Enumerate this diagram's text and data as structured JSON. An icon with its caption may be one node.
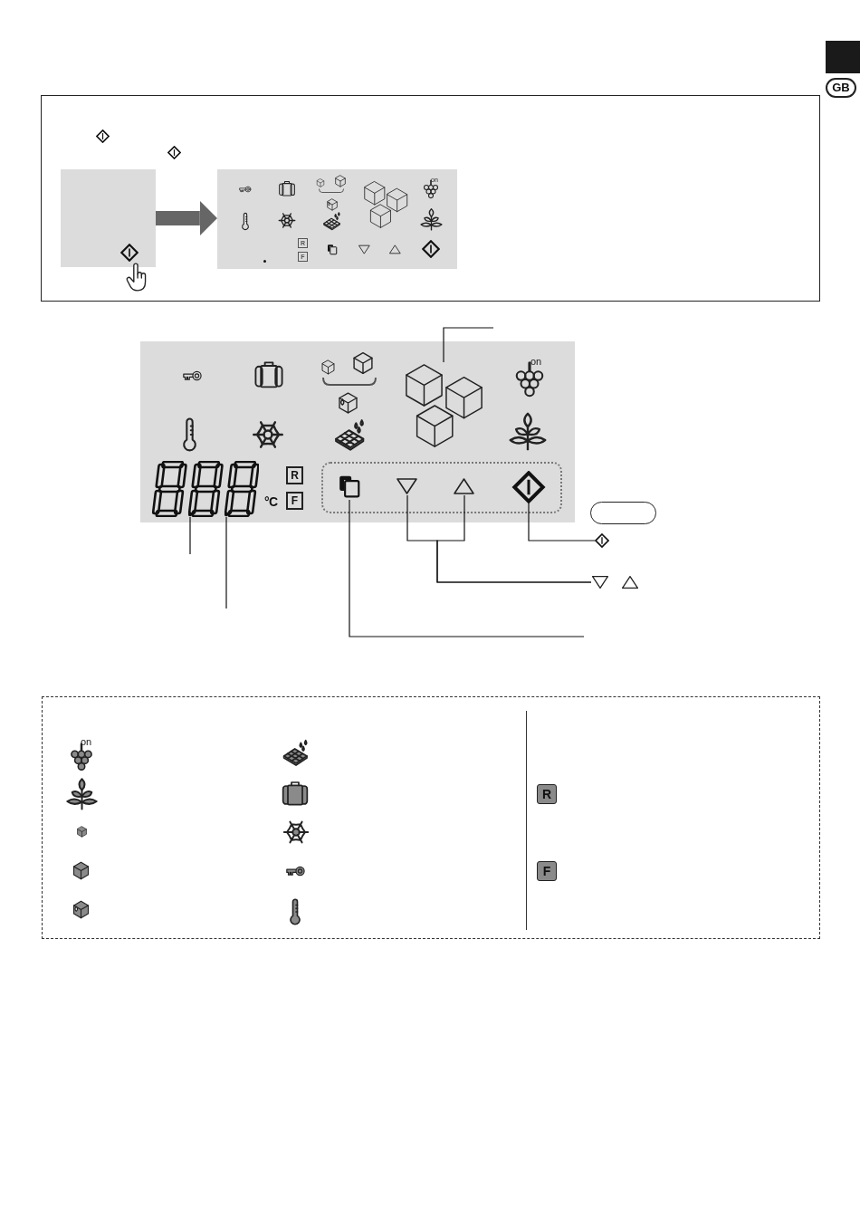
{
  "diagram": {
    "nodes": [
      {
        "text": [],
        "shape": "box"
      },
      {
        "text": [],
        "shape": "box"
      },
      {
        "text": [],
        "shape": "box"
      },
      {
        "text": [],
        "shape": "picture",
        "in": 2
      },
      {
        "text": [],
        "shape": "picture",
        "in": 2,
        "beside": [
          "°C"
        ]
      },
      {
        "text": [],
        "shape": "box",
        "in": 2
      },
      {
        "text": [],
        "shape": "box",
        "in": 5
      },
      {
        "text": [],
        "shape": "picture",
        "in": 5
      },
      {
        "text": [],
        "shape": "picture",
        "in": 5
      },
      {
        "text": [],
        "shape": "picture",
        "in": 5
      },
      {
        "text": [],
        "shape": "box"
      },
      {
        "text": [],
        "shape": "picture"
      },
      {
        "text": [],
        "shape": "picture"
      },
      {
        "text": [],
        "shape": "picture"
      }
    ],
    "edges": [
      {
        "from": 0,
        "to": 1,
        "arrow": "to",
        "style": "thick",
        "color": "#666666"
      },
      {
        "from": 3,
        "to": null,
        "arrow": "none"
      },
      {
        "from": 4,
        "to": null,
        "arrow": "none"
      },
      {
        "from": 4,
        "to": null,
        "arrow": "none"
      },
      {
        "from": 6,
        "to": null,
        "arrow": "none"
      },
      {
        "from": 7,
        "to": 12,
        "arrow": "none"
      },
      {
        "from": 8,
        "to": 12,
        "arrow": "none"
      },
      {
        "from": 9,
        "to": 11,
        "arrow": "none"
      }
    ],
    "labels": [
      "GB",
      "on",
      "R",
      "F",
      "on",
      "R",
      "F",
      "on",
      "R",
      "F"
    ]
  }
}
